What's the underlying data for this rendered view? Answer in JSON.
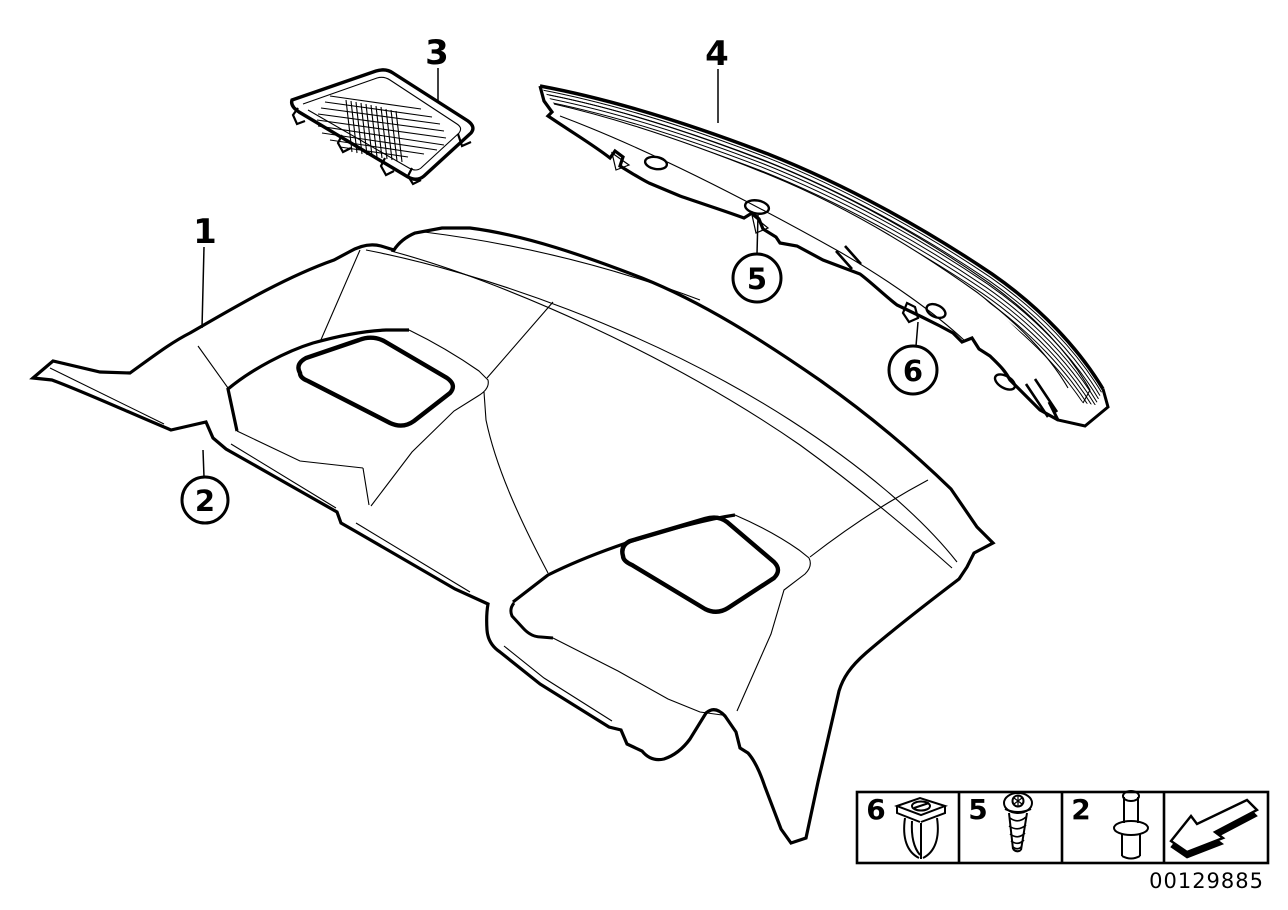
{
  "colors": {
    "background": "#ffffff",
    "line": "#000000"
  },
  "parts": {
    "shelf": "rear-parcel-shelf",
    "trim_strip": "front-edge-trim-strip",
    "grille_cover": "center-speaker-grille-cover",
    "window_trim": "rear-window-frame-trim"
  },
  "callouts": {
    "c1": {
      "label": "1",
      "circled": false
    },
    "c2": {
      "label": "2",
      "circled": true
    },
    "c3": {
      "label": "3",
      "circled": false
    },
    "c4": {
      "label": "4",
      "circled": false
    },
    "c5": {
      "label": "5",
      "circled": true
    },
    "c6": {
      "label": "6",
      "circled": true
    }
  },
  "legend": {
    "cells": [
      {
        "label": "6",
        "icon": "expanding-nut-icon"
      },
      {
        "label": "5",
        "icon": "torx-screw-icon"
      },
      {
        "label": "2",
        "icon": "blind-rivet-icon"
      },
      {
        "label": "",
        "icon": "direction-of-travel-arrow-icon"
      }
    ]
  },
  "footer": {
    "part_number": "00129885"
  }
}
